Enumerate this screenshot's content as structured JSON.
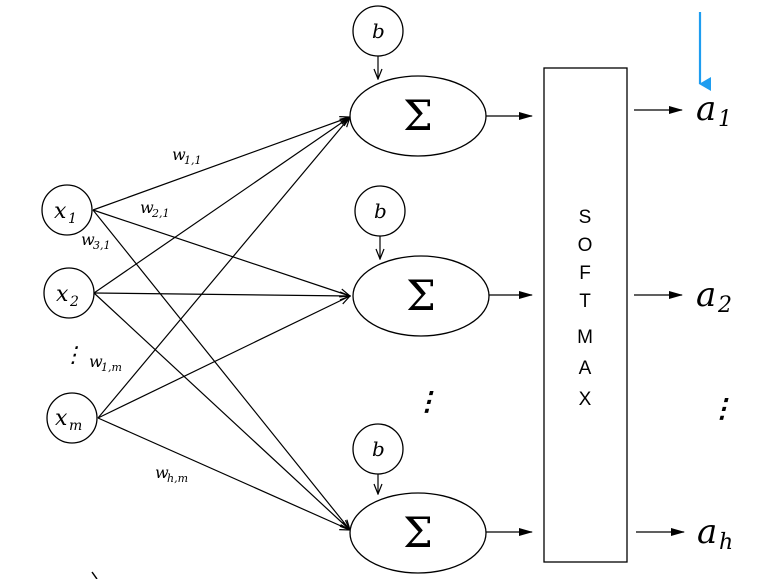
{
  "diagram": {
    "inputs": [
      {
        "id": "x1",
        "base": "x",
        "sub": "1"
      },
      {
        "id": "x2",
        "base": "x",
        "sub": "2"
      },
      {
        "id": "xm",
        "base": "x",
        "sub": "m"
      }
    ],
    "input_ellipsis": "⋮",
    "bias_label": "b",
    "sum_symbol": "Σ",
    "sum_nodes_count_visible": 3,
    "middle_ellipsis": "⋮",
    "softmax_letters": [
      "S",
      "O",
      "F",
      "T",
      "M",
      "A",
      "X"
    ],
    "outputs": [
      {
        "id": "a1",
        "base": "a",
        "sub": "1"
      },
      {
        "id": "a2",
        "base": "a",
        "sub": "2"
      },
      {
        "id": "ah",
        "base": "a",
        "sub": "h"
      }
    ],
    "output_ellipsis": "⋮",
    "weight_labels": [
      {
        "id": "w11",
        "base": "w",
        "sub": "1,1"
      },
      {
        "id": "w21",
        "base": "w",
        "sub": "2,1"
      },
      {
        "id": "w31",
        "base": "w",
        "sub": "3,1"
      },
      {
        "id": "w1m",
        "base": "w",
        "sub": "1,m"
      },
      {
        "id": "whm",
        "base": "w",
        "sub": "h,m"
      }
    ],
    "connections": [
      {
        "from": "x1",
        "to": "sum1"
      },
      {
        "from": "x1",
        "to": "sum2"
      },
      {
        "from": "x1",
        "to": "sumh"
      },
      {
        "from": "x2",
        "to": "sum1"
      },
      {
        "from": "x2",
        "to": "sum2"
      },
      {
        "from": "x2",
        "to": "sumh"
      },
      {
        "from": "xm",
        "to": "sum1"
      },
      {
        "from": "xm",
        "to": "sum2"
      },
      {
        "from": "xm",
        "to": "sumh"
      }
    ],
    "highlight_arrow_color": "#1e9df0"
  }
}
